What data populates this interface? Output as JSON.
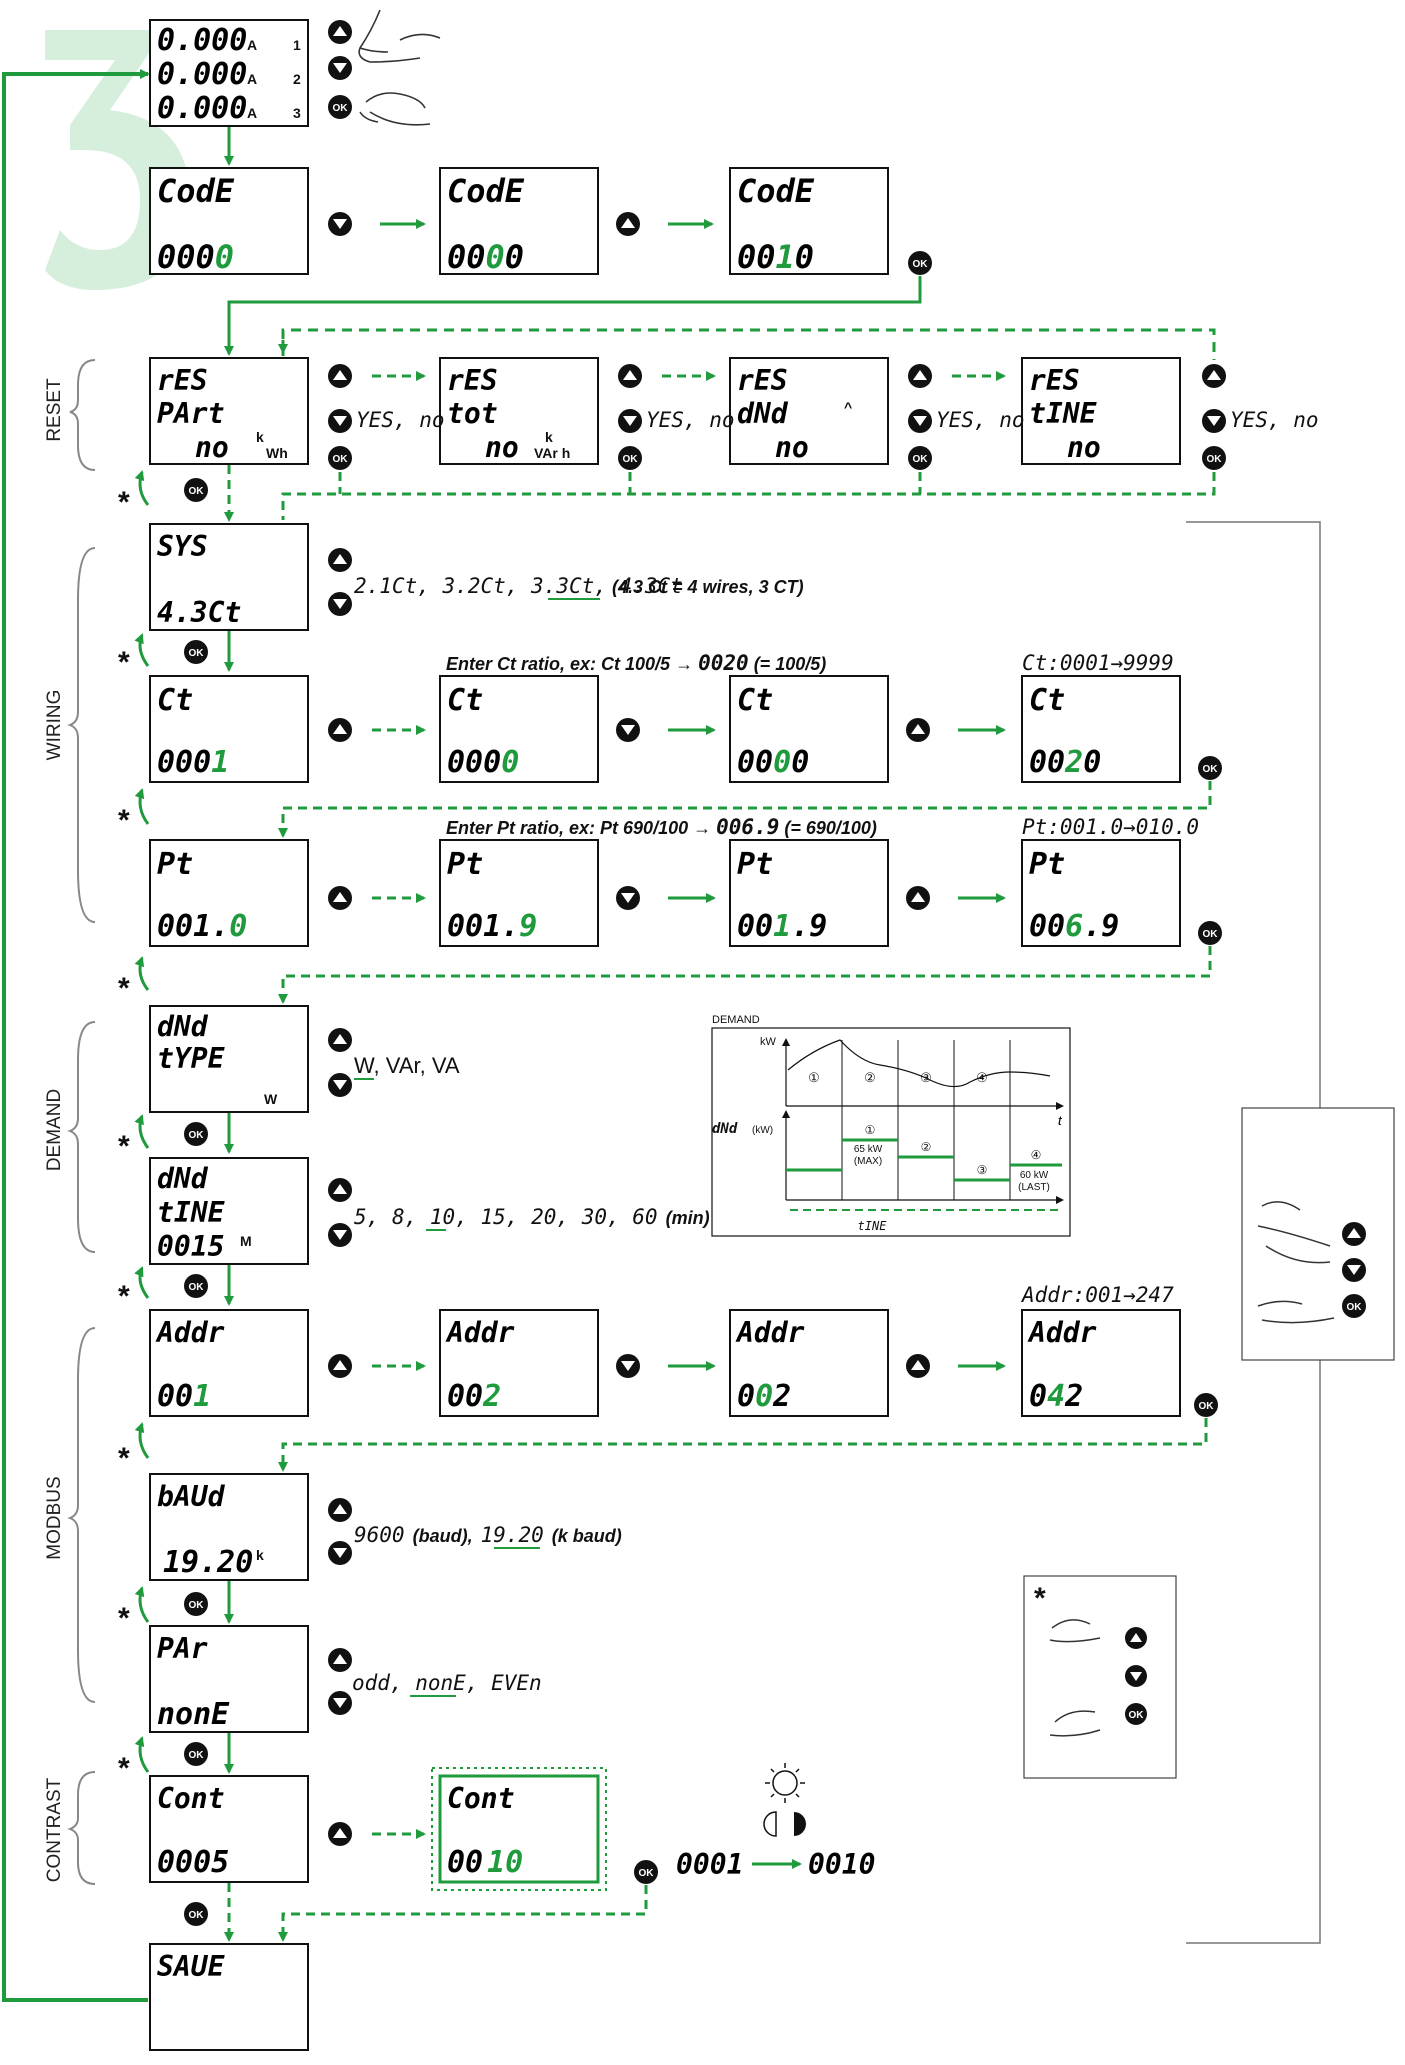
{
  "colors": {
    "green": "#1f9a3c",
    "black": "#111111",
    "watermark": "#d5efdc",
    "gray": "#888888"
  },
  "start": {
    "rows": [
      "0.000",
      "0.000",
      "0.000"
    ],
    "unit": "A",
    "phases": [
      "1",
      "2",
      "3"
    ]
  },
  "code": [
    {
      "label": "CodE",
      "value_pre": "000",
      "value_hl": "0",
      "value_post": ""
    },
    {
      "label": "CodE",
      "value_pre": "00",
      "value_hl": "0",
      "value_post": "0"
    },
    {
      "label": "CodE",
      "value_pre": "00",
      "value_hl": "1",
      "value_post": "0"
    }
  ],
  "sections": {
    "reset": "RESET",
    "wiring": "WIRING",
    "demand": "DEMAND",
    "modbus": "MODBUS",
    "contrast": "CONTRAST"
  },
  "reset": [
    {
      "line1": "rES",
      "line2": "PArt",
      "line3": "no",
      "unit_top": "k",
      "unit_bot": "Wh"
    },
    {
      "line1": "rES",
      "line2": "tot",
      "line3": "no",
      "unit_top": "k",
      "unit_bot": "VAr h"
    },
    {
      "line1": "rES",
      "line2": "dNd",
      "line3": "no",
      "unit_top": "^",
      "unit_bot": ""
    },
    {
      "line1": "rES",
      "line2": "tINE",
      "line3": "no",
      "unit_top": "",
      "unit_bot": ""
    }
  ],
  "yes_no": "YES, no",
  "sys": {
    "line1": "SYS",
    "line2": "4.3Ct",
    "options": [
      "2.1Ct",
      "3.2Ct",
      "3.3Ct",
      "4.3Ct"
    ],
    "note": "(4.3 Ct = 4 wires, 3 CT)"
  },
  "ct": {
    "note": "Enter Ct ratio, ex: Ct 100/5 →",
    "note_value": "0020",
    "note_tail": "(= 100/5)",
    "range": "Ct:0001→9999",
    "screens": [
      {
        "label": "Ct",
        "pre": "000",
        "hl": "1",
        "post": ""
      },
      {
        "label": "Ct",
        "pre": "000",
        "hl": "0",
        "post": ""
      },
      {
        "label": "Ct",
        "pre": "00",
        "hl": "0",
        "post": "0"
      },
      {
        "label": "Ct",
        "pre": "00",
        "hl": "2",
        "post": "0"
      }
    ]
  },
  "pt": {
    "note": "Enter Pt ratio, ex: Pt 690/100 →",
    "note_value": "006.9",
    "note_tail": "(= 690/100)",
    "range": "Pt:001.0→010.0",
    "screens": [
      {
        "label": "Pt",
        "pre": "001.",
        "hl": "0",
        "post": ""
      },
      {
        "label": "Pt",
        "pre": "001.",
        "hl": "9",
        "post": ""
      },
      {
        "label": "Pt",
        "pre": "00",
        "hl": "1",
        "post": ".9"
      },
      {
        "label": "Pt",
        "pre": "00",
        "hl": "6",
        "post": ".9"
      }
    ]
  },
  "demand_type": {
    "line1": "dNd",
    "line2": "tYPE",
    "unit": "W",
    "options": "W, VAr, VA",
    "selected": "W"
  },
  "demand_time": {
    "line1": "dNd",
    "line2": "tINE",
    "line3": "0015",
    "unit": "M",
    "options": [
      "5",
      "8",
      "10",
      "15",
      "20",
      "30",
      "60"
    ],
    "suffix": "(min)"
  },
  "demand_chart": {
    "title": "DEMAND",
    "kw_label": "kW",
    "t_label": "t",
    "dnd_label": "dNd",
    "dnd_unit": "(kW)",
    "intervals": [
      "①",
      "②",
      "③",
      "④"
    ],
    "max_label": "65 kW",
    "max_tag": "(MAX)",
    "last_label": "60 kW",
    "last_tag": "(LAST)",
    "time_label": "tINE"
  },
  "addr": {
    "range": "Addr:001→247",
    "screens": [
      {
        "label": "Addr",
        "pre": "00",
        "hl": "1",
        "post": ""
      },
      {
        "label": "Addr",
        "pre": "00",
        "hl": "2",
        "post": ""
      },
      {
        "label": "Addr",
        "pre": "0",
        "hl": "0",
        "post": "2"
      },
      {
        "label": "Addr",
        "pre": "0",
        "hl": "4",
        "post": "2"
      }
    ]
  },
  "baud": {
    "line1": "bAUd",
    "line2": "19.20",
    "unit": "k",
    "opt1": "9600",
    "opt1_unit": "(baud),",
    "opt2": "19.20",
    "opt2_unit": "(k baud)"
  },
  "parity": {
    "line1": "PAr",
    "line2": "nonE",
    "options": [
      "odd",
      "nonE",
      "EVEn"
    ]
  },
  "contrast": {
    "line1": "Cont",
    "line2": "0005",
    "line2b_pre": "00",
    "line2b_hl": "10",
    "range_from": "0001",
    "range_to": "0010"
  },
  "save": {
    "line1": "SAUE"
  },
  "buttons": {
    "ok": "OK",
    "star": "*"
  }
}
